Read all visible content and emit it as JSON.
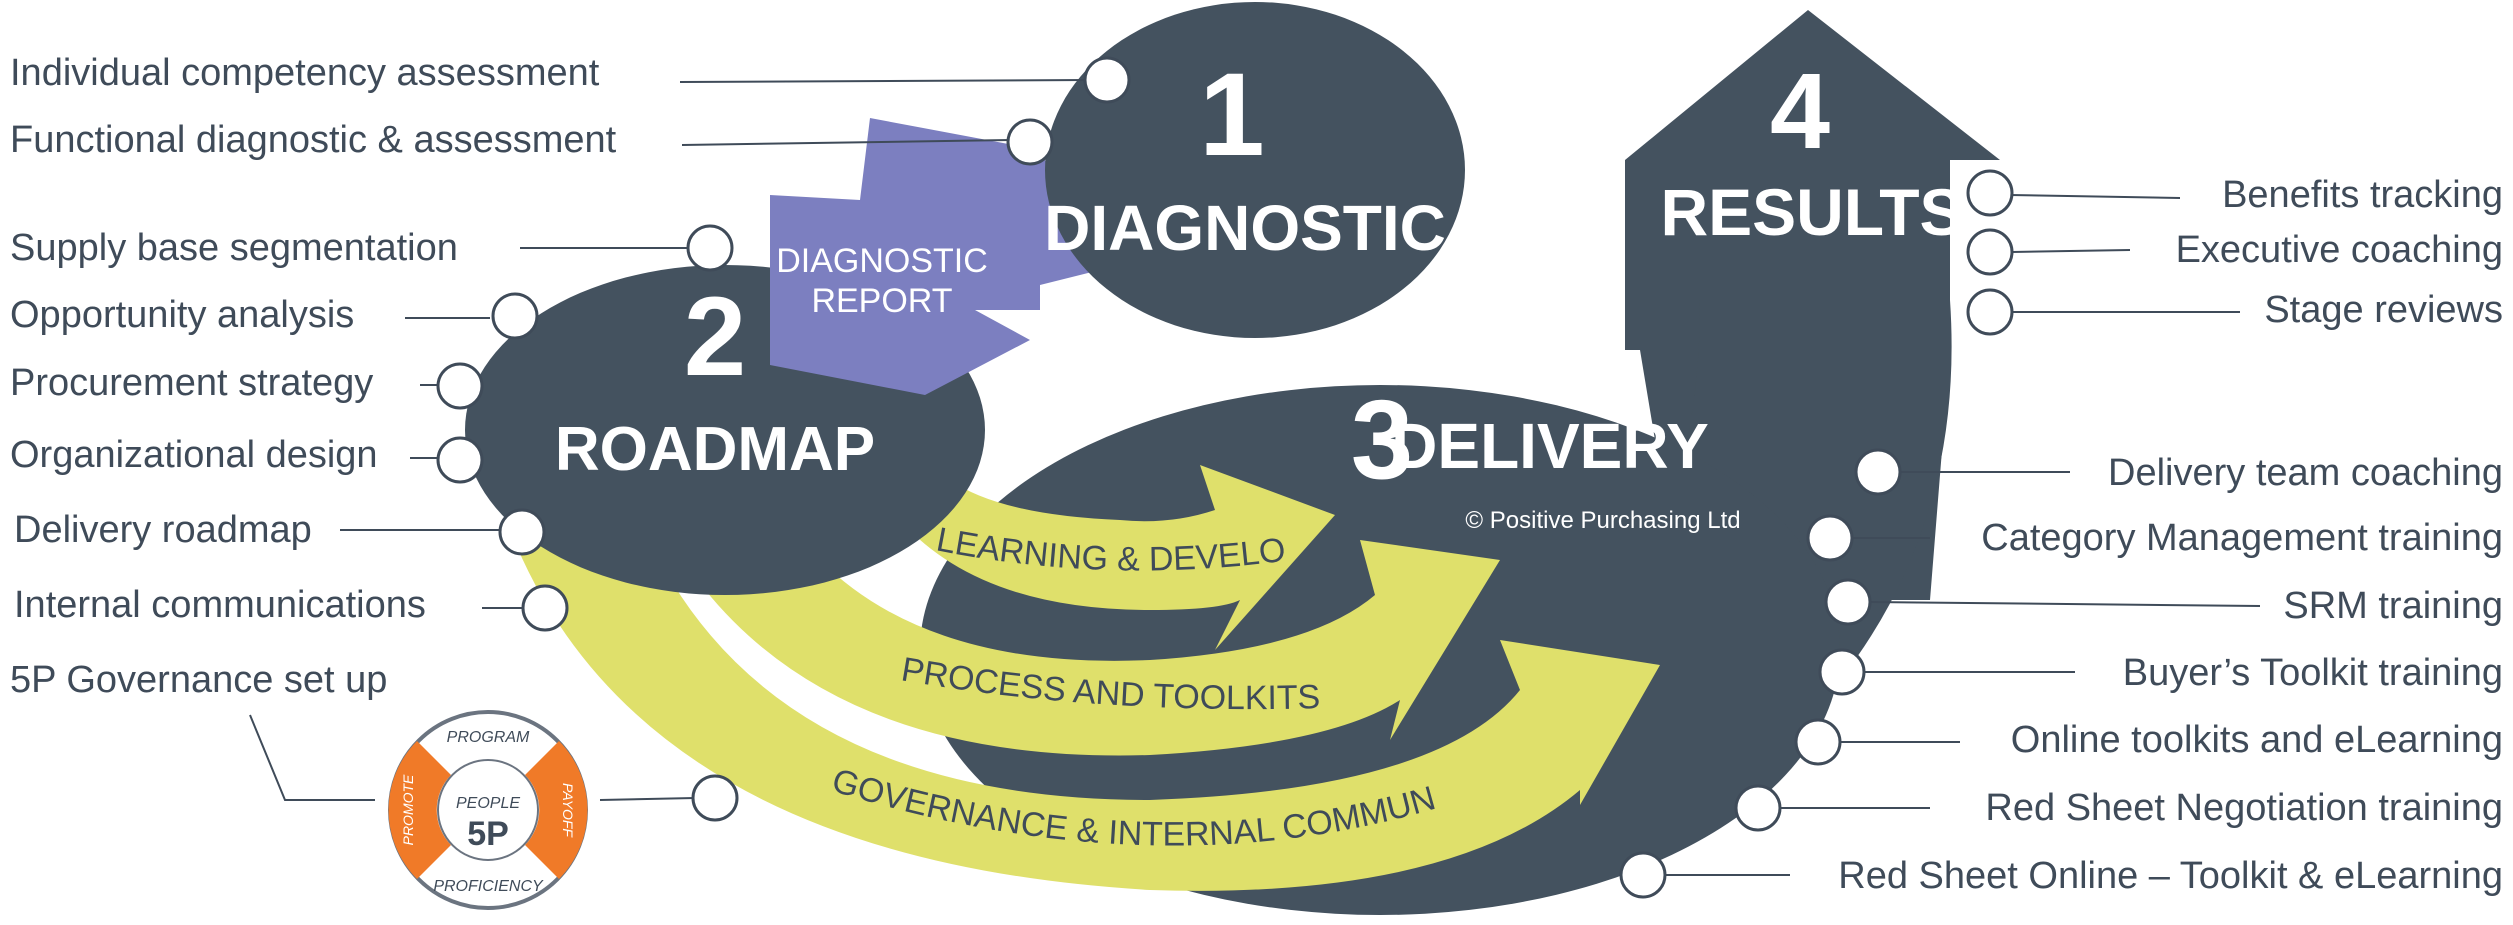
{
  "colors": {
    "dark": "#44525f",
    "lime": "#dfe06b",
    "purple": "#7c7fc0",
    "orange": "#f07a28",
    "text": "#3f4b59"
  },
  "stages": {
    "diagnostic": {
      "number": "1",
      "title": "DIAGNOSTIC"
    },
    "roadmap": {
      "number": "2",
      "title": "ROADMAP"
    },
    "delivery": {
      "number": "3",
      "title": "DELIVERY"
    },
    "results": {
      "number": "4",
      "title": "RESULTS"
    }
  },
  "report_arrow": {
    "line1": "DIAGNOSTIC",
    "line2": "REPORT"
  },
  "copyright": "© Positive Purchasing Ltd",
  "flow_arrows": {
    "learning": "LEARNING & DEVELOPMENT",
    "process": "PROCESS AND TOOLKITS",
    "governance": "GOVERNANCE & INTERNAL COMMUNICATIONS"
  },
  "left_labels": [
    "Individual competency assessment",
    "Functional diagnostic & assessment",
    "Supply base segmentation",
    "Opportunity analysis",
    "Procurement strategy",
    "Organizational design",
    "Delivery roadmap",
    "Internal communications",
    "5P Governance set up"
  ],
  "right_labels": [
    "Benefits tracking",
    "Executive coaching",
    "Stage reviews",
    "Delivery team coaching",
    "Category Management training",
    "SRM training",
    "Buyer’s Toolkit training",
    "Online toolkits and eLearning",
    "Red Sheet Negotiation training",
    "Red Sheet Online – Toolkit & eLearning"
  ],
  "logo_5p": {
    "top": "PROGRAM",
    "bottom": "PROFICIENCY",
    "left": "PROMOTE",
    "right": "PAYOFF",
    "center": "PEOPLE",
    "mark": "5P"
  },
  "icon_names": [
    "connector-dot-icon",
    "lifebuoy-5p-icon"
  ]
}
